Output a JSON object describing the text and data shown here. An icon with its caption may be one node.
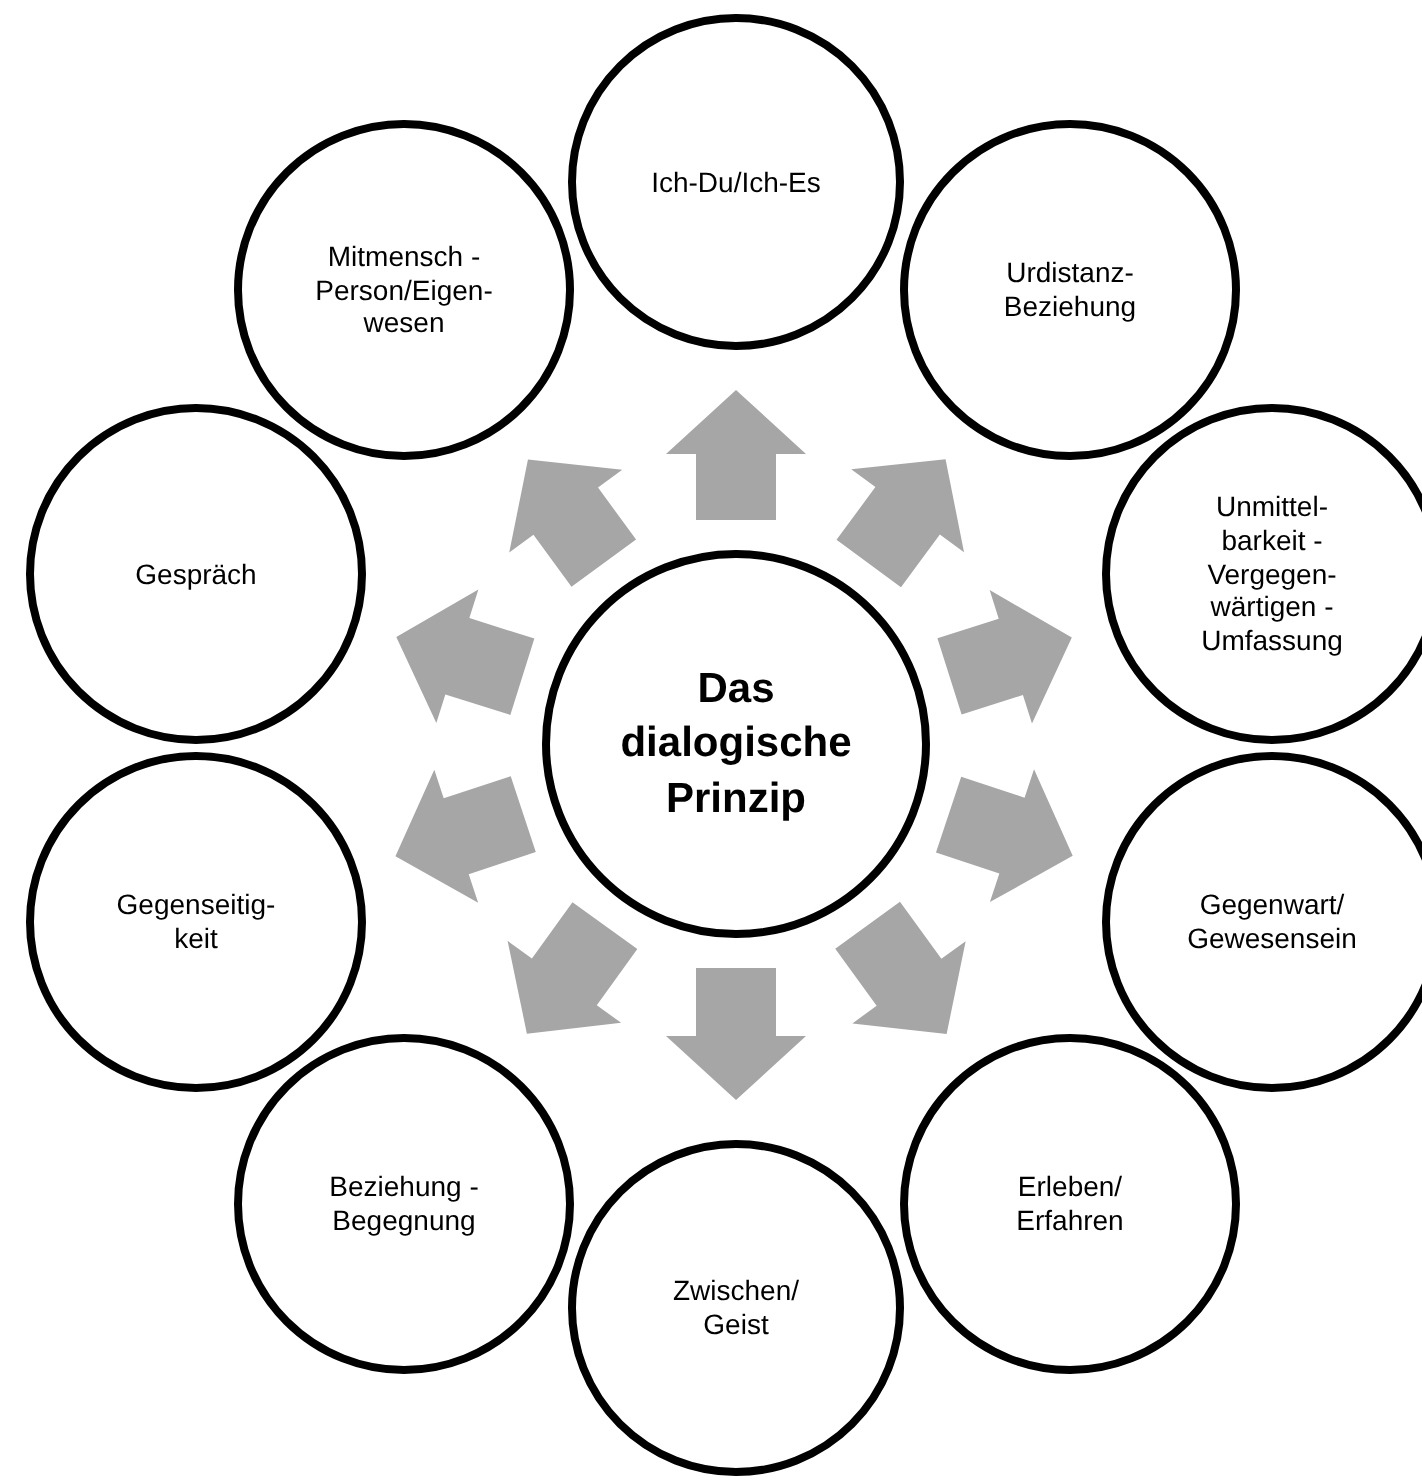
{
  "diagram": {
    "nodes": [
      {
        "text": [
          "Das dialogische Prinzip"
        ]
      },
      {
        "text": [
          "Ich-Du/Ich-Es"
        ]
      },
      {
        "text": [
          "Urdistanz- Beziehung"
        ]
      },
      {
        "text": [
          "Unmittel- barkeit - Vergegen- wärtigen - Umfassung"
        ]
      },
      {
        "text": [
          "Gegenwart/ Gewesensein"
        ]
      },
      {
        "text": [
          "Erleben/ Erfahren"
        ]
      },
      {
        "text": [
          "Zwischen/ Geist"
        ]
      },
      {
        "text": [
          "Beziehung - Begegnung"
        ]
      },
      {
        "text": [
          "Gegenseitig- keit"
        ]
      },
      {
        "text": [
          "Gespräch"
        ]
      },
      {
        "text": [
          "Mitmensch - Person/Eigen- wesen"
        ]
      }
    ],
    "edges": [
      {
        "from": 0,
        "to": 1,
        "arrow": "to",
        "style": "thick",
        "color": "#a6a6a6"
      },
      {
        "from": 0,
        "to": 2,
        "arrow": "to",
        "style": "thick",
        "color": "#a6a6a6"
      },
      {
        "from": 0,
        "to": 3,
        "arrow": "to",
        "style": "thick",
        "color": "#a6a6a6"
      },
      {
        "from": 0,
        "to": 4,
        "arrow": "to",
        "style": "thick",
        "color": "#a6a6a6"
      },
      {
        "from": 0,
        "to": 5,
        "arrow": "to",
        "style": "thick",
        "color": "#a6a6a6"
      },
      {
        "from": 0,
        "to": 6,
        "arrow": "to",
        "style": "thick",
        "color": "#a6a6a6"
      },
      {
        "from": 0,
        "to": 7,
        "arrow": "to",
        "style": "thick",
        "color": "#a6a6a6"
      },
      {
        "from": 0,
        "to": 8,
        "arrow": "to",
        "style": "thick",
        "color": "#a6a6a6"
      },
      {
        "from": 0,
        "to": 9,
        "arrow": "to",
        "style": "thick",
        "color": "#a6a6a6"
      },
      {
        "from": 0,
        "to": 10,
        "arrow": "to",
        "style": "thick",
        "color": "#a6a6a6"
      }
    ]
  }
}
